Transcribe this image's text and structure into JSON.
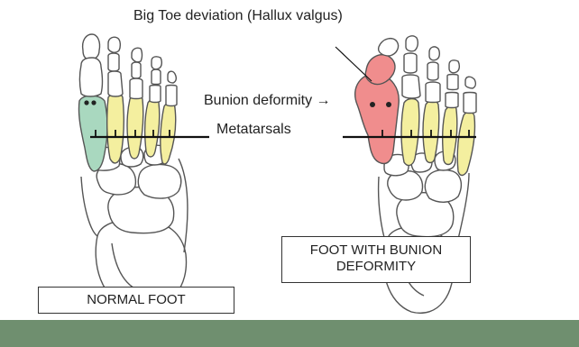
{
  "labels": {
    "deviation": "Big Toe deviation (Hallux valgus)",
    "bunion": "Bunion deformity →",
    "metatarsals": "Metatarsals"
  },
  "boxes": {
    "normal": "NORMAL FOOT",
    "bunion_line1": "FOOT WITH BUNION",
    "bunion_line2": "DEFORMITY"
  },
  "colors": {
    "first_metatarsal_normal": "#a9d8bf",
    "bunion_highlight": "#f08d8d",
    "metatarsal_fill": "#f4ef9f",
    "bone_outline": "#555555",
    "bottom_band": "#6f8f6f"
  }
}
